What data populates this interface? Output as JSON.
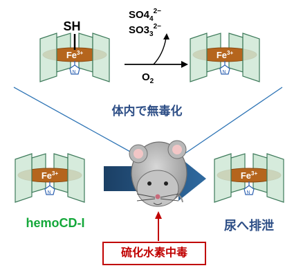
{
  "diagram": {
    "reactants": {
      "thiol": "SH",
      "products_above_arrow": [
        "SO4",
        "SO3"
      ],
      "product_subscript": "4",
      "product_subscript_2": "3",
      "charge": "2−",
      "oxidant": "O",
      "oxidant_subscript": "2"
    },
    "heme_label": "Fe",
    "heme_charge": "3+",
    "imidazole_label": "N",
    "caption_detox": "体内で無毒化",
    "caption_compound": "hemoCD-I",
    "caption_excretion": "尿へ排泄",
    "caption_poisoning": "硫化水素中毒"
  },
  "colors": {
    "cyclodextrin_fill": "#cfe8d6",
    "cyclodextrin_stroke": "#3d7a5a",
    "heme_fill": "#b5651d",
    "iron_text": "#ffffff",
    "imidazole": "#2a5fb0",
    "big_arrow": "#1f4e79",
    "detox_text": "#2d4e86",
    "compound_text": "#14a83a",
    "poison_red": "#c00000",
    "mouse": "#a8a8a8"
  }
}
